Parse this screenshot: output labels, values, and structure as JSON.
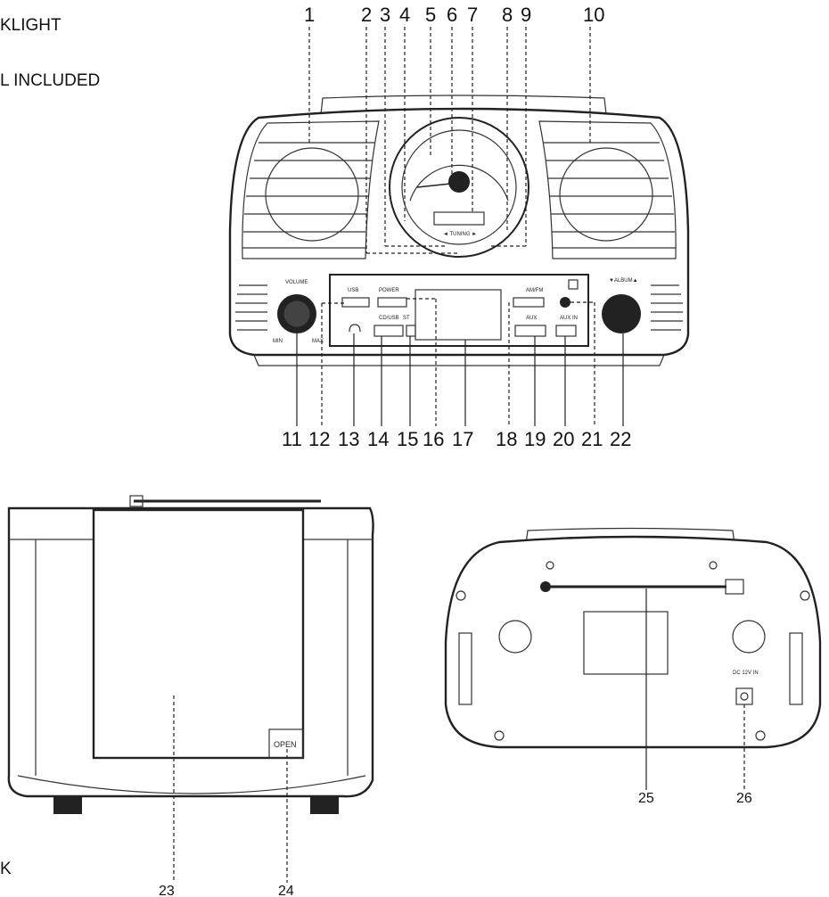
{
  "page_text": {
    "line1": "KLIGHT",
    "line2": "L INCLUDED",
    "line3": "K"
  },
  "callouts": {
    "top": [
      "1",
      "2",
      "3",
      "4",
      "5",
      "6",
      "7",
      "8",
      "9",
      "10"
    ],
    "bottom": [
      "11",
      "12",
      "13",
      "14",
      "15",
      "16",
      "17",
      "18",
      "19",
      "20",
      "21",
      "22"
    ],
    "side": [
      "23",
      "24"
    ],
    "back": [
      "25",
      "26"
    ]
  },
  "front_panel": {
    "volume": "VOLUME",
    "min": "MIN",
    "max": "MAX",
    "usb": "USB",
    "power": "POWER",
    "cd_usb": "CD/USB",
    "st": "ST",
    "am_fm": "AM/FM",
    "aux": "AUX",
    "aux_in": "AUX IN",
    "album": "▼ALBUM▲",
    "tuning": "◄ TUNING ►"
  },
  "side_panel": {
    "open": "OPEN"
  },
  "back_panel": {
    "dc_in": "DC 12V IN"
  }
}
